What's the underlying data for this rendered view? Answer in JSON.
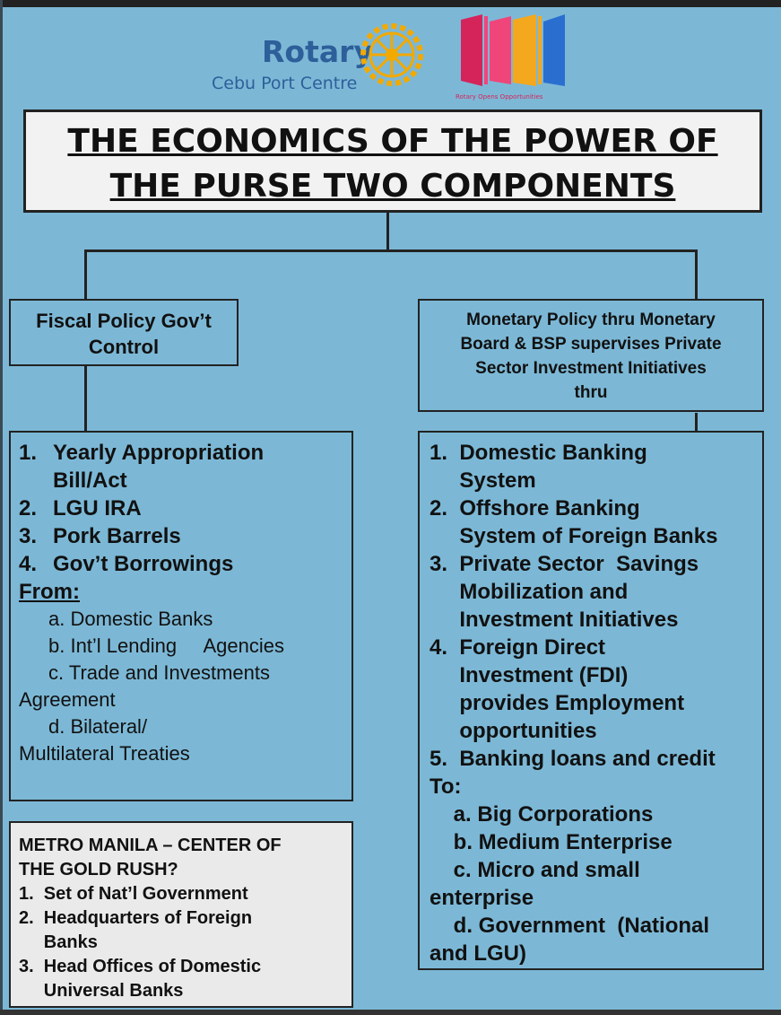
{
  "logo": {
    "rotary_name": "Rotary",
    "club_name": "Cebu Port Centre",
    "theme_tagline": "Rotary Opens Opportunities"
  },
  "title": {
    "line1": "THE ECONOMICS OF THE POWER OF",
    "line2": "THE PURSE TWO COMPONENTS"
  },
  "fiscal": {
    "header_line1": "Fiscal Policy Gov’t",
    "header_line2": "Control",
    "items": [
      {
        "n": "1.",
        "text": "Yearly Appropriation"
      },
      {
        "n": "",
        "text": "Bill/Act"
      },
      {
        "n": "2.",
        "text": "LGU IRA"
      },
      {
        "n": "3.",
        "text": "Pork Barrels"
      },
      {
        "n": "4.",
        "text": "Gov’t Borrowings"
      }
    ],
    "from_label": "From:",
    "sources": [
      "a. Domestic Banks",
      "b. Int’l Lending     Agencies",
      "c. Trade and Investments",
      "Agreement",
      "d. Bilateral/",
      "Multilateral Treaties"
    ]
  },
  "monetary": {
    "header_lines": [
      "Monetary Policy thru Monetary",
      "Board & BSP supervises Private",
      "Sector Investment Initiatives",
      "thru"
    ],
    "items": [
      "1.  Domestic Banking",
      "     System",
      "2.  Offshore Banking",
      "     System of Foreign Banks",
      "3.  Private Sector  Savings",
      "     Mobilization and",
      "     Investment Initiatives",
      "4.  Foreign Direct",
      "     Investment (FDI)",
      "     provides Employment",
      "     opportunities",
      "5.  Banking loans and credit",
      "To:",
      "    a. Big Corporations",
      "    b. Medium Enterprise",
      "    c. Micro and small",
      "enterprise",
      "    d. Government  (National",
      "and LGU)"
    ]
  },
  "manila": {
    "title_line1": "METRO MANILA – CENTER OF",
    "title_line2": "THE GOLD RUSH?",
    "items": [
      "1.  Set of Nat’l Government",
      "2.  Headquarters of Foreign",
      "     Banks",
      "3.  Head Offices of Domestic",
      "     Universal Banks"
    ]
  },
  "colors": {
    "background": "#7cb8d6",
    "title_box": "#f2f2f2",
    "rotary_blue": "#2d5f9a",
    "rotary_gold": "#f2a900",
    "door_colors": [
      "#d4245a",
      "#f0457a",
      "#f4a81d",
      "#2a6fd0"
    ]
  }
}
